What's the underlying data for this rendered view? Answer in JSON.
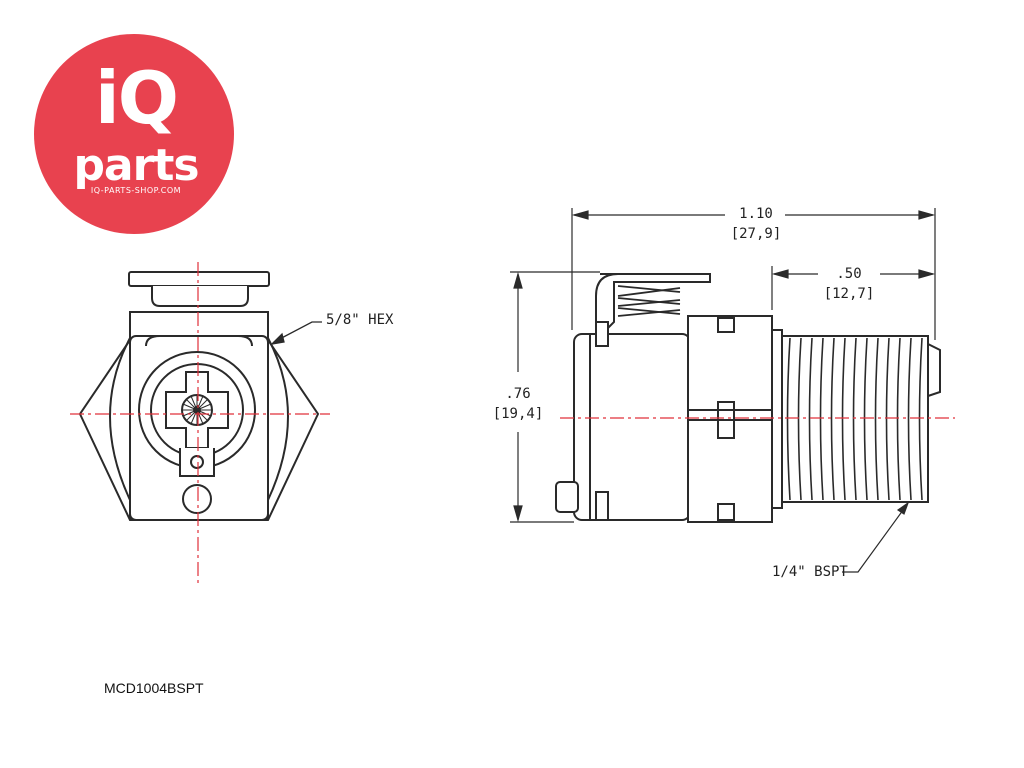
{
  "brand": {
    "logo_main": "iQ",
    "logo_sub": "parts",
    "logo_url": "IQ-PARTS-SHOP.COM",
    "logo_color": "#e8424f"
  },
  "drawing": {
    "hex_label": "5/8\" HEX",
    "overall_length": ".10",
    "overall_length_prefix": "1",
    "overall_length_mm": "[27,9]",
    "thread_length": ".50",
    "thread_length_mm": "[12,7]",
    "height": ".76",
    "height_mm": "[19,4]",
    "thread_label": "1/4\" BSPT",
    "centerline_color": "#e0303a",
    "line_color": "#2a2a2a"
  },
  "part_number": "MCD1004BSPT"
}
